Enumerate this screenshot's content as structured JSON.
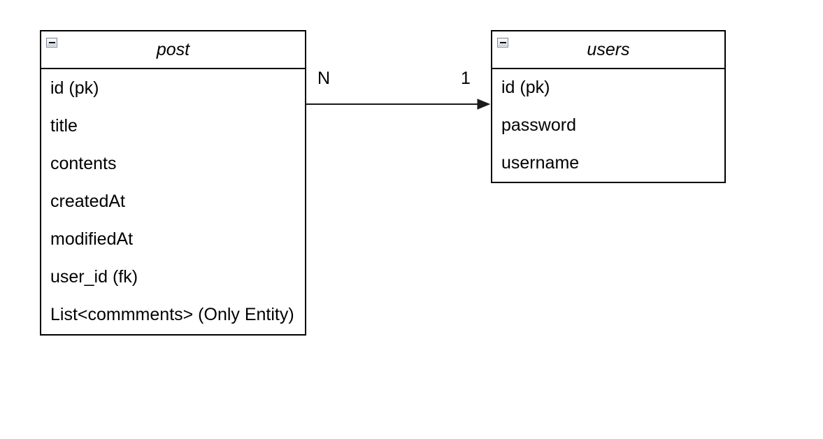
{
  "diagram": {
    "background_color": "#ffffff",
    "border_color": "#000000",
    "text_color": "#000000",
    "entities": [
      {
        "id": "post",
        "title": "post",
        "fields": [
          "id (pk)",
          "title",
          "contents",
          "createdAt",
          "modifiedAt",
          "user_id (fk)",
          "List<commments> (Only Entity)"
        ]
      },
      {
        "id": "users",
        "title": "users",
        "fields": [
          "id (pk)",
          "password",
          "username"
        ]
      }
    ],
    "relation": {
      "from": "post",
      "to": "users",
      "from_label": "N",
      "to_label": "1",
      "arrow_color": "#1a1a1a"
    },
    "icons": {
      "collapse": "minus-icon"
    }
  }
}
